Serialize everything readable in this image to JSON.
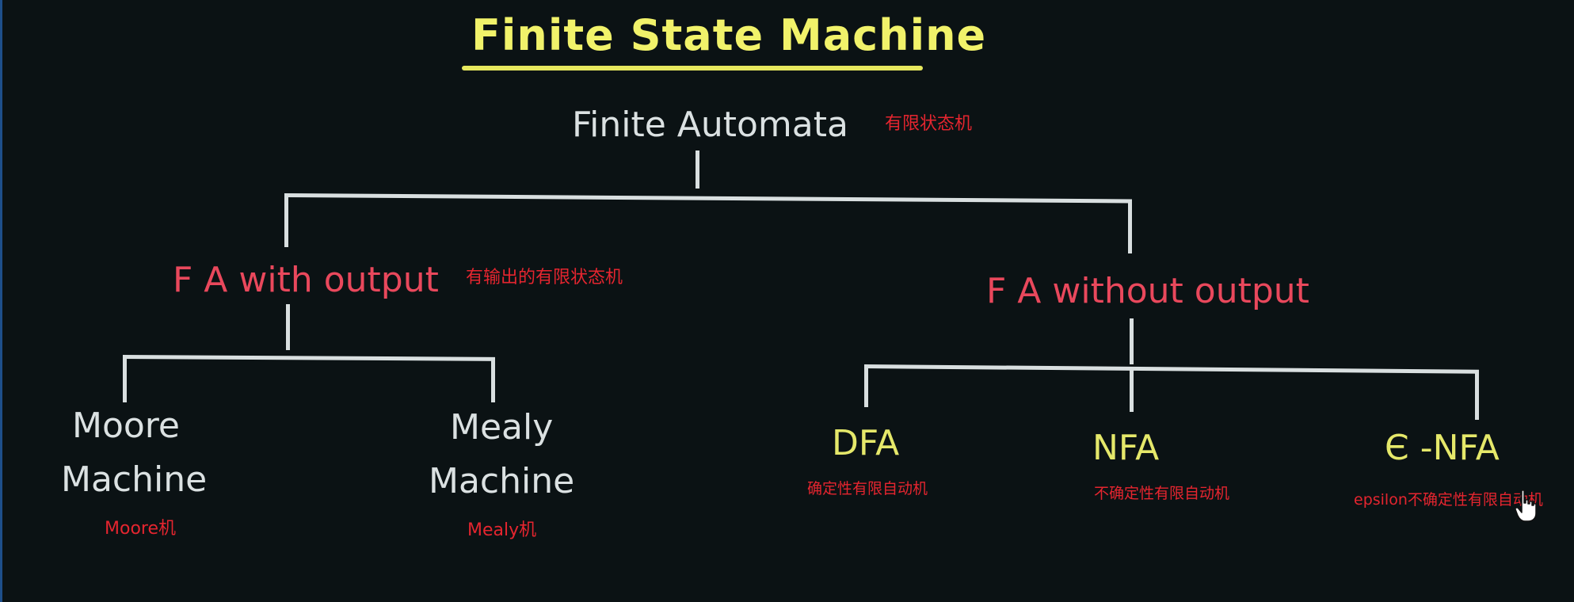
{
  "title": "Finite State Machine",
  "root": {
    "label": "Finite Automata",
    "note": "有限状态机"
  },
  "with_output": {
    "label": "F A with output",
    "note": "有输出的有限状态机",
    "children": [
      {
        "label_line1": "Moore",
        "label_line2": "Machine",
        "note": "Moore机"
      },
      {
        "label_line1": "Mealy",
        "label_line2": "Machine",
        "note": "Mealy机"
      }
    ]
  },
  "without_output": {
    "label": "F A without output",
    "children": [
      {
        "label": "DFA",
        "note": "确定性有限自动机"
      },
      {
        "label": "NFA",
        "note": "不确定性有限自动机"
      },
      {
        "label": "Є -NFA",
        "note": "epsilon不确定性有限自动机"
      }
    ]
  },
  "colors": {
    "background": "#0b1214",
    "title": "#f1f26a",
    "chalk_white": "#dbe1e2",
    "chalk_pink": "#e9485c",
    "chalk_yellow": "#e5e86a",
    "annotation_red": "#e5252f"
  },
  "icons": {
    "cursor": "hand-pointer-icon"
  }
}
